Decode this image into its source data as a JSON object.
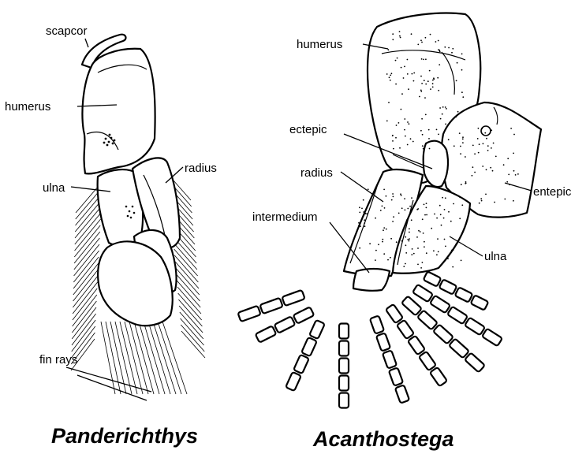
{
  "figure": {
    "left": {
      "title": "Panderichthys",
      "labels": {
        "scapcor": "scapcor",
        "humerus": "humerus",
        "ulna": "ulna",
        "radius": "radius",
        "fin_rays": "fin rays"
      }
    },
    "right": {
      "title": "Acanthostega",
      "labels": {
        "humerus": "humerus",
        "ectepic": "ectepic",
        "radius": "radius",
        "intermedium": "intermedium",
        "entepic": "entepic",
        "ulna": "ulna"
      }
    }
  }
}
